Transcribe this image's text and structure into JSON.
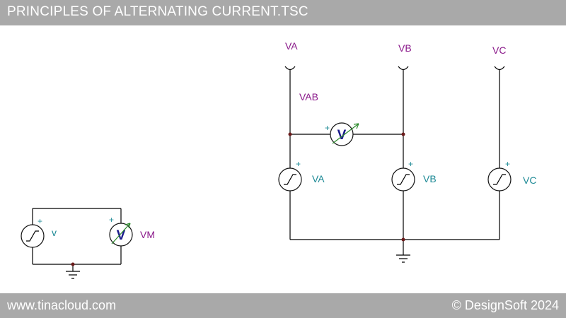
{
  "window": {
    "title": "PRINCIPLES OF ALTERNATING CURRENT.TSC"
  },
  "footer": {
    "left": "www.tinacloud.com",
    "right": "© DesignSoft 2024"
  },
  "labels": {
    "nodeVA": "VA",
    "nodeVB": "VB",
    "nodeVC": "VC",
    "vab": "VAB",
    "srcVA": "VA",
    "srcVB": "VB",
    "srcVC": "VC",
    "srcV": "v",
    "vm": "VM",
    "meter_symbol": "V",
    "plus": "+"
  },
  "colors": {
    "bar": "#a9a9a9",
    "node_label": "#8b1a8b",
    "source_label": "#1e8a96",
    "meter_symbol": "#1a1a8c",
    "meter_arrow": "#2a8a2a",
    "plus_sign": "#1e8a96",
    "junction": "#6b1a1a"
  }
}
